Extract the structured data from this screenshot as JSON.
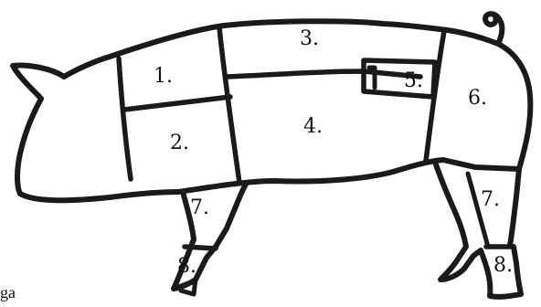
{
  "diagram": {
    "cuts": [
      {
        "id": "1",
        "label": "1."
      },
      {
        "id": "2",
        "label": "2."
      },
      {
        "id": "3",
        "label": "3."
      },
      {
        "id": "4",
        "label": "4."
      },
      {
        "id": "5",
        "label": "5."
      },
      {
        "id": "6",
        "label": "6."
      },
      {
        "id": "7a",
        "label": "7."
      },
      {
        "id": "7b",
        "label": "7."
      },
      {
        "id": "8a",
        "label": "8."
      },
      {
        "id": "8b",
        "label": "8."
      }
    ],
    "caption": "ga",
    "line_color": "#1a1a1a"
  }
}
